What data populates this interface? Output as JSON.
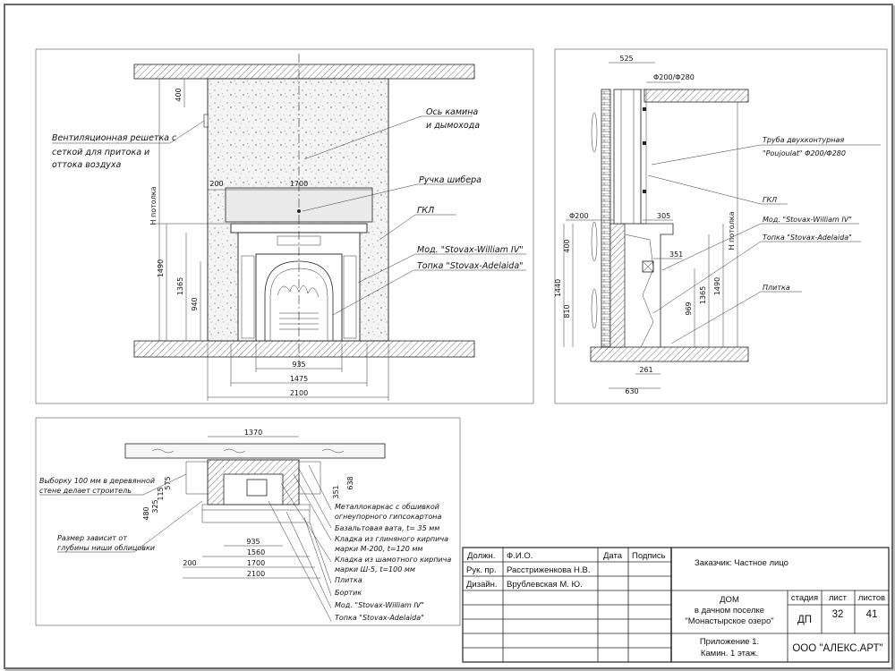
{
  "front_view": {
    "dims": {
      "top_gap": "400",
      "ceiling_height": "Н потолка",
      "shelf_height": "1490",
      "mantel_height": "1365",
      "opening_height": "940",
      "left_offset": "200",
      "mantel_width": "1700",
      "insert_width": "935",
      "portal_width": "1475",
      "total_width": "2100"
    },
    "labels": {
      "vent_grille": "Вентиляционная решетка с",
      "vent_grille_2": "сеткой для притока и",
      "vent_grille_3": "оттока воздуха",
      "axis": "Ось камина",
      "axis_2": "и дымохода",
      "damper_handle": "Ручка шибера",
      "gkl": "ГКЛ",
      "model": "Мод. \"Stovax-William IV\"",
      "firebox": "Топка \"Stovax-Adelaida\""
    }
  },
  "side_view": {
    "dims": {
      "top_width": "525",
      "pipe_dia_top": "Φ200/Φ280",
      "pipe_dia_side": "Φ200",
      "depth_305": "305",
      "h400": "400",
      "h1440": "1440",
      "h810": "810",
      "h351": "351",
      "h969": "969",
      "h1365": "1365",
      "h1490": "1490",
      "ceiling_height": "Н потолка",
      "d261": "261",
      "d630": "630"
    },
    "labels": {
      "pipe": "Труба двухконтурная",
      "pipe_2": "\"Poujoulat\" Φ200/Φ280",
      "gkl": "ГКЛ",
      "model": "Мод. \"Stovax-William IV\"",
      "firebox": "Топка \"Stovax-Adelaida\"",
      "tile": "Плитка"
    }
  },
  "plan_view": {
    "dims": {
      "w1370": "1370",
      "d575": "575",
      "d115": "115",
      "d325": "325",
      "d480": "480",
      "d351": "351",
      "d638": "638",
      "w935": "935",
      "w1560": "1560",
      "w1700": "1700",
      "w200": "200",
      "w2100": "2100"
    },
    "labels": {
      "recess": "Выборку 100 мм в деревянной",
      "recess_2": "стене делает строитель",
      "size_note": "Размер зависит от",
      "size_note_2": "глубины ниши облицовки",
      "frame": "Металлокаркас с обшивкой",
      "frame_2": "огнеупорного гипсокартона",
      "basalt": "Базальтовая вата, t= 35 мм",
      "clay_brick": "Кладка из глиняного кирпича",
      "clay_brick_2": "марки М-200, t=120 мм",
      "chamotte": "Кладка из шамотного кирпича",
      "chamotte_2": "марки Ш-5, t=100 мм",
      "tile": "Плитка",
      "border": "Бортик",
      "model": "Мод. \"Stovax-William IV\"",
      "firebox": "Топка \"Stovax-Adelaida\""
    }
  },
  "title_block": {
    "col_role": "Должн.",
    "col_name": "Ф.И.О.",
    "col_date": "Дата",
    "col_sign": "Подпись",
    "row1_role": "Рук. пр.",
    "row1_name": "Расстриженкова Н.В.",
    "row2_role": "Дизайн.",
    "row2_name": "Врублевская М. Ю.",
    "customer": "Заказчик:     Частное лицо",
    "project_1": "ДОМ",
    "project_2": "в дачном поселке",
    "project_3": "\"Монастырское озеро\"",
    "stage_label": "стадия",
    "sheet_label": "лист",
    "sheets_label": "листов",
    "stage": "ДП",
    "sheet": "32",
    "sheets": "41",
    "appendix_1": "Приложение 1.",
    "appendix_2": "Камин. 1 этаж.",
    "company": "ООО \"АЛЕКС.АРТ\""
  }
}
